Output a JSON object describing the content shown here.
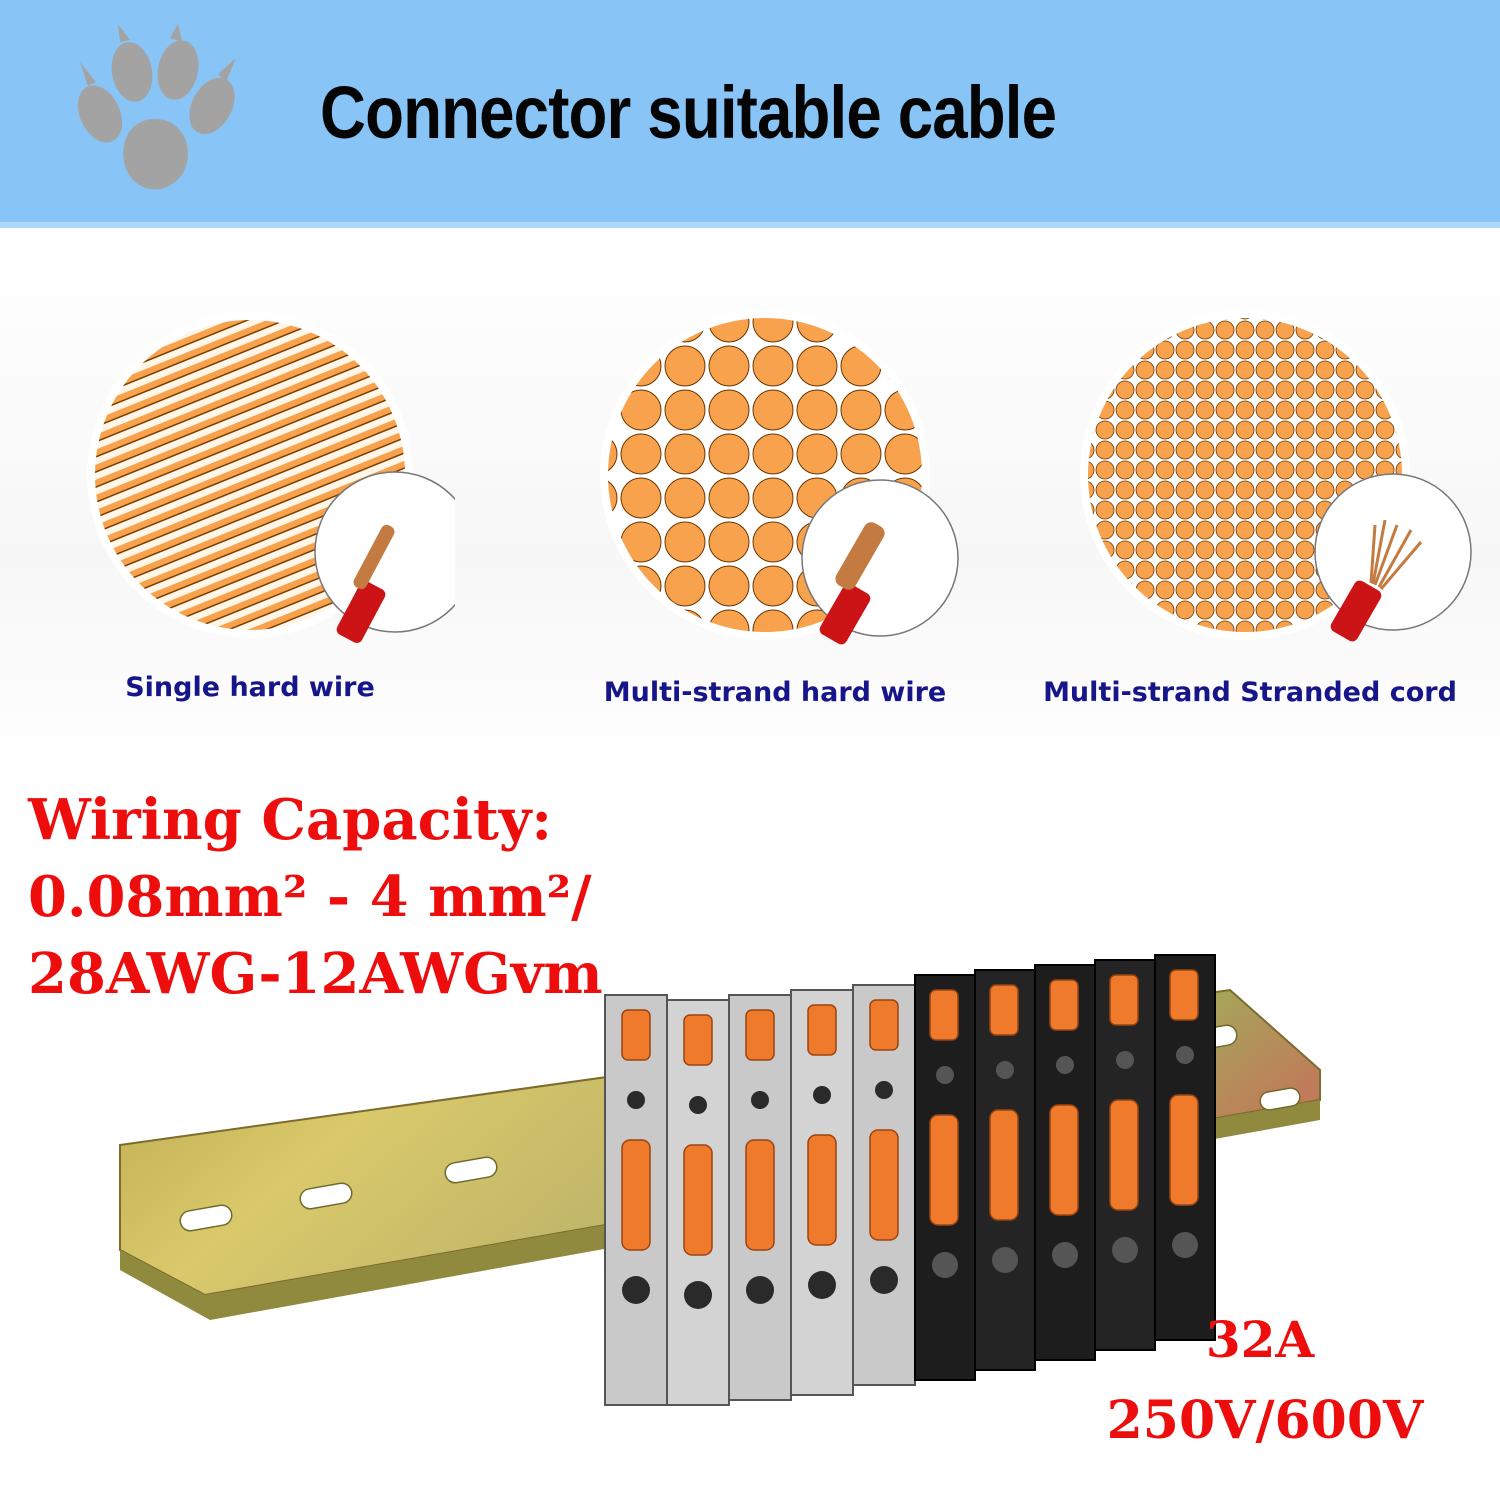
{
  "banner": {
    "title": "Connector suitable cable",
    "icon": "paw-print-icon",
    "background": "#88c4f6"
  },
  "wire_types": [
    {
      "label": "Single hard wire",
      "pattern": "parallel-lines"
    },
    {
      "label": "Multi-strand hard wire",
      "pattern": "large-circles"
    },
    {
      "label": "Multi-strand Stranded cord",
      "pattern": "small-circles"
    }
  ],
  "colors": {
    "strand_orange": "#f8a24d",
    "label_navy": "#16158a",
    "spec_red": "#ee0d0d",
    "insulation_red": "#cc1417"
  },
  "specs": {
    "line1": "Wiring Capacity:",
    "line2": "0.08mm² - 4 mm²/",
    "line3": "28AWG-12AWGvm"
  },
  "rating": {
    "current": "32A",
    "voltage": "250V/600V"
  }
}
